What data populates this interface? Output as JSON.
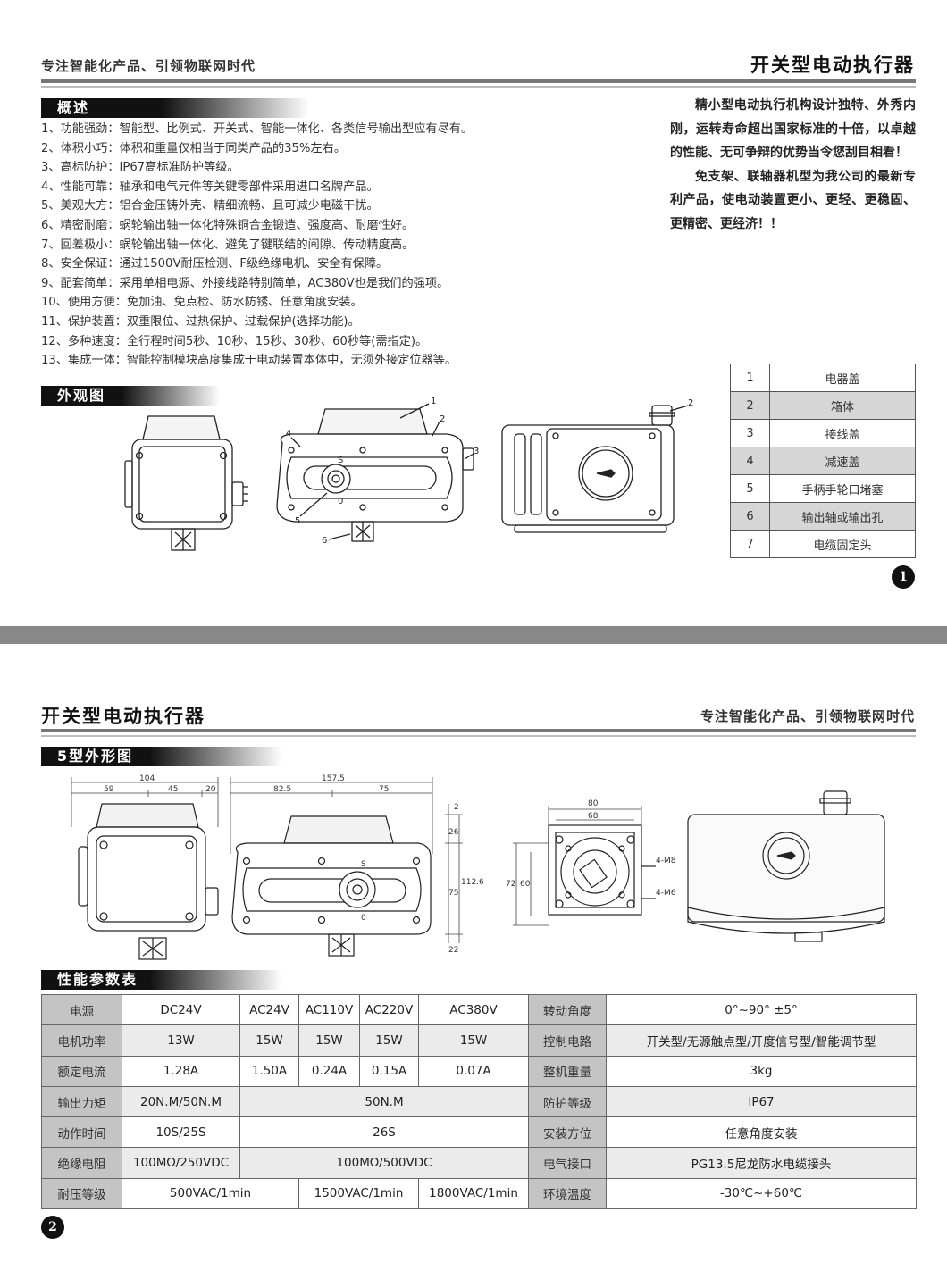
{
  "header_top": {
    "slogan": "专注智能化产品、引领物联网时代",
    "title": "开关型电动执行器"
  },
  "sections": {
    "overview": "概述",
    "appearance": "外观图",
    "outline5": "5型外形图",
    "performance": "性能参数表"
  },
  "features": [
    "1、功能强劲：智能型、比例式、开关式、智能一体化、各类信号输出型应有尽有。",
    "2、体积小巧：体积和重量仅相当于同类产品的35%左右。",
    "3、高标防护：IP67高标准防护等级。",
    "4、性能可靠：轴承和电气元件等关键零部件采用进口名牌产品。",
    "5、美观大方：铝合金压铸外壳、精细流畅、且可减少电磁干扰。",
    "6、精密耐磨：蜗轮输出轴一体化特殊铜合金锻造、强度高、耐磨性好。",
    "7、回差极小：蜗轮输出轴一体化、避免了键联结的间隙、传动精度高。",
    "8、安全保证：通过1500V耐压检测、F级绝缘电机、安全有保障。",
    "9、配套简单：采用单相电源、外接线路特别简单，AC380V也是我们的强项。",
    "10、使用方便：免加油、免点检、防水防锈、任意角度安装。",
    "11、保护装置：双重限位、过热保护、过载保护(选择功能)。",
    "12、多种速度：全行程时间5秒、10秒、15秒、30秒、60秒等(需指定)。",
    "13、集成一体：智能控制模块高度集成于电动装置本体中，无须外接定位器等。"
  ],
  "intro": {
    "para1": "精小型电动执行机构设计独特、外秀内刚，运转寿命超出国家标准的十倍，以卓越的性能、无可争辩的优势当令您刮目相看！",
    "para2": "免支架、联轴器机型为我公司的最新专利产品，使电动装置更小、更轻、更稳固、更精密、更经济！！"
  },
  "parts": [
    {
      "no": "1",
      "name": "电器盖"
    },
    {
      "no": "2",
      "name": "箱体"
    },
    {
      "no": "3",
      "name": "接线盖"
    },
    {
      "no": "4",
      "name": "减速盖"
    },
    {
      "no": "5",
      "name": "手柄手轮口堵塞"
    },
    {
      "no": "6",
      "name": "输出轴或输出孔"
    },
    {
      "no": "7",
      "name": "电缆固定头"
    }
  ],
  "callouts": [
    "1",
    "2",
    "3",
    "4",
    "5",
    "6",
    "2"
  ],
  "page1": "1",
  "page2": "2",
  "header_bottom": {
    "title": "开关型电动执行器",
    "slogan": "专注智能化产品、引领物联网时代"
  },
  "dims": {
    "d104": "104",
    "d59": "59",
    "d45": "45",
    "d20": "20",
    "d157": "157.5",
    "d82": "82.5",
    "d75": "75",
    "v2": "2",
    "v26": "26",
    "v75": "75",
    "v112": "112.6",
    "v22": "22",
    "f80": "80",
    "f68": "68",
    "f72": "72",
    "f60": "60",
    "m8": "4-M8",
    "m6": "4-M6"
  },
  "dial": {
    "s": "S",
    "o": "0"
  },
  "spec": {
    "rows": [
      [
        "电源",
        "DC24V",
        "AC24V",
        "AC110V",
        "AC220V",
        "AC380V",
        "转动角度",
        "0°~90° ±5°"
      ],
      [
        "电机功率",
        "13W",
        "15W",
        "15W",
        "15W",
        "15W",
        "控制电路",
        "开关型/无源触点型/开度信号型/智能调节型"
      ],
      [
        "额定电流",
        "1.28A",
        "1.50A",
        "0.24A",
        "0.15A",
        "0.07A",
        "整机重量",
        "3kg"
      ],
      [
        "输出力矩",
        "20N.M/50N.M",
        "50N.M",
        "防护等级",
        "IP67"
      ],
      [
        "动作时间",
        "10S/25S",
        "26S",
        "安装方位",
        "任意角度安装"
      ],
      [
        "绝缘电阻",
        "100MΩ/250VDC",
        "100MΩ/500VDC",
        "电气接口",
        "PG13.5尼龙防水电缆接头"
      ],
      [
        "耐压等级",
        "500VAC/1min",
        "1500VAC/1min",
        "1800VAC/1min",
        "环境温度",
        "-30℃~+60℃"
      ]
    ]
  }
}
